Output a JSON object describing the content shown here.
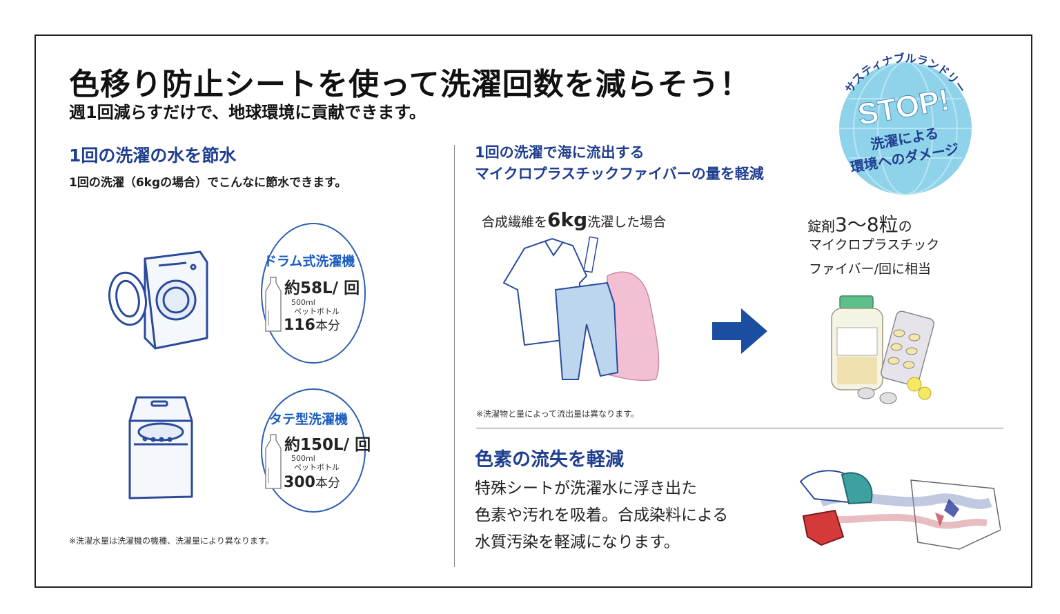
{
  "header": {
    "title": "色移り防止シートを使って洗濯回数を減らそう！",
    "subtitle": "週1回減らすだけで、地球環境に貢献できます。"
  },
  "badge": {
    "arc_text": "サスティナブルランドリー",
    "stop": "STOP!",
    "line1": "洗濯による",
    "line2": "環境へのダメージ",
    "color": "#8fd3ea"
  },
  "water": {
    "heading": "1回の洗濯の水を節水",
    "desc": "1回の洗濯（6kgの場合）でこんなに節水できます。",
    "drum": {
      "title": "ドラム式洗濯機",
      "amount": "約58L/ 回",
      "bottle_size": "500ml",
      "bottle_name": "ペットボトル",
      "count": "116",
      "count_unit": "本分"
    },
    "vertical": {
      "title": "タテ型洗濯機",
      "amount": "約150L/ 回",
      "bottle_size": "500ml",
      "bottle_name": "ペットボトル",
      "count": "300",
      "count_unit": "本分"
    },
    "note": "※洗濯水量は洗濯機の機種、洗濯量により異なります。"
  },
  "micro": {
    "heading_line1": "1回の洗濯で海に流出する",
    "heading_line2": "マイクロプラスチックファイバーの量を軽減",
    "synthetic_pre": "合成繊維を",
    "synthetic_big": "6kg",
    "synthetic_post": "洗濯した場合",
    "tablet_pre": "錠剤",
    "tablet_big": "3～8粒",
    "tablet_post": "の",
    "tablet_line2": "マイクロプラスチック",
    "tablet_line3": "ファイバー/回に相当",
    "note": "※洗濯物と量によって流出量は異なります。",
    "arrow_color": "#1b4ea0"
  },
  "dye": {
    "heading": "色素の流失を軽減",
    "line1": "特殊シートが洗濯水に浮き出た",
    "line2": "色素や汚れを吸着。合成染料による",
    "line3": "水質汚染を軽減になります。"
  }
}
